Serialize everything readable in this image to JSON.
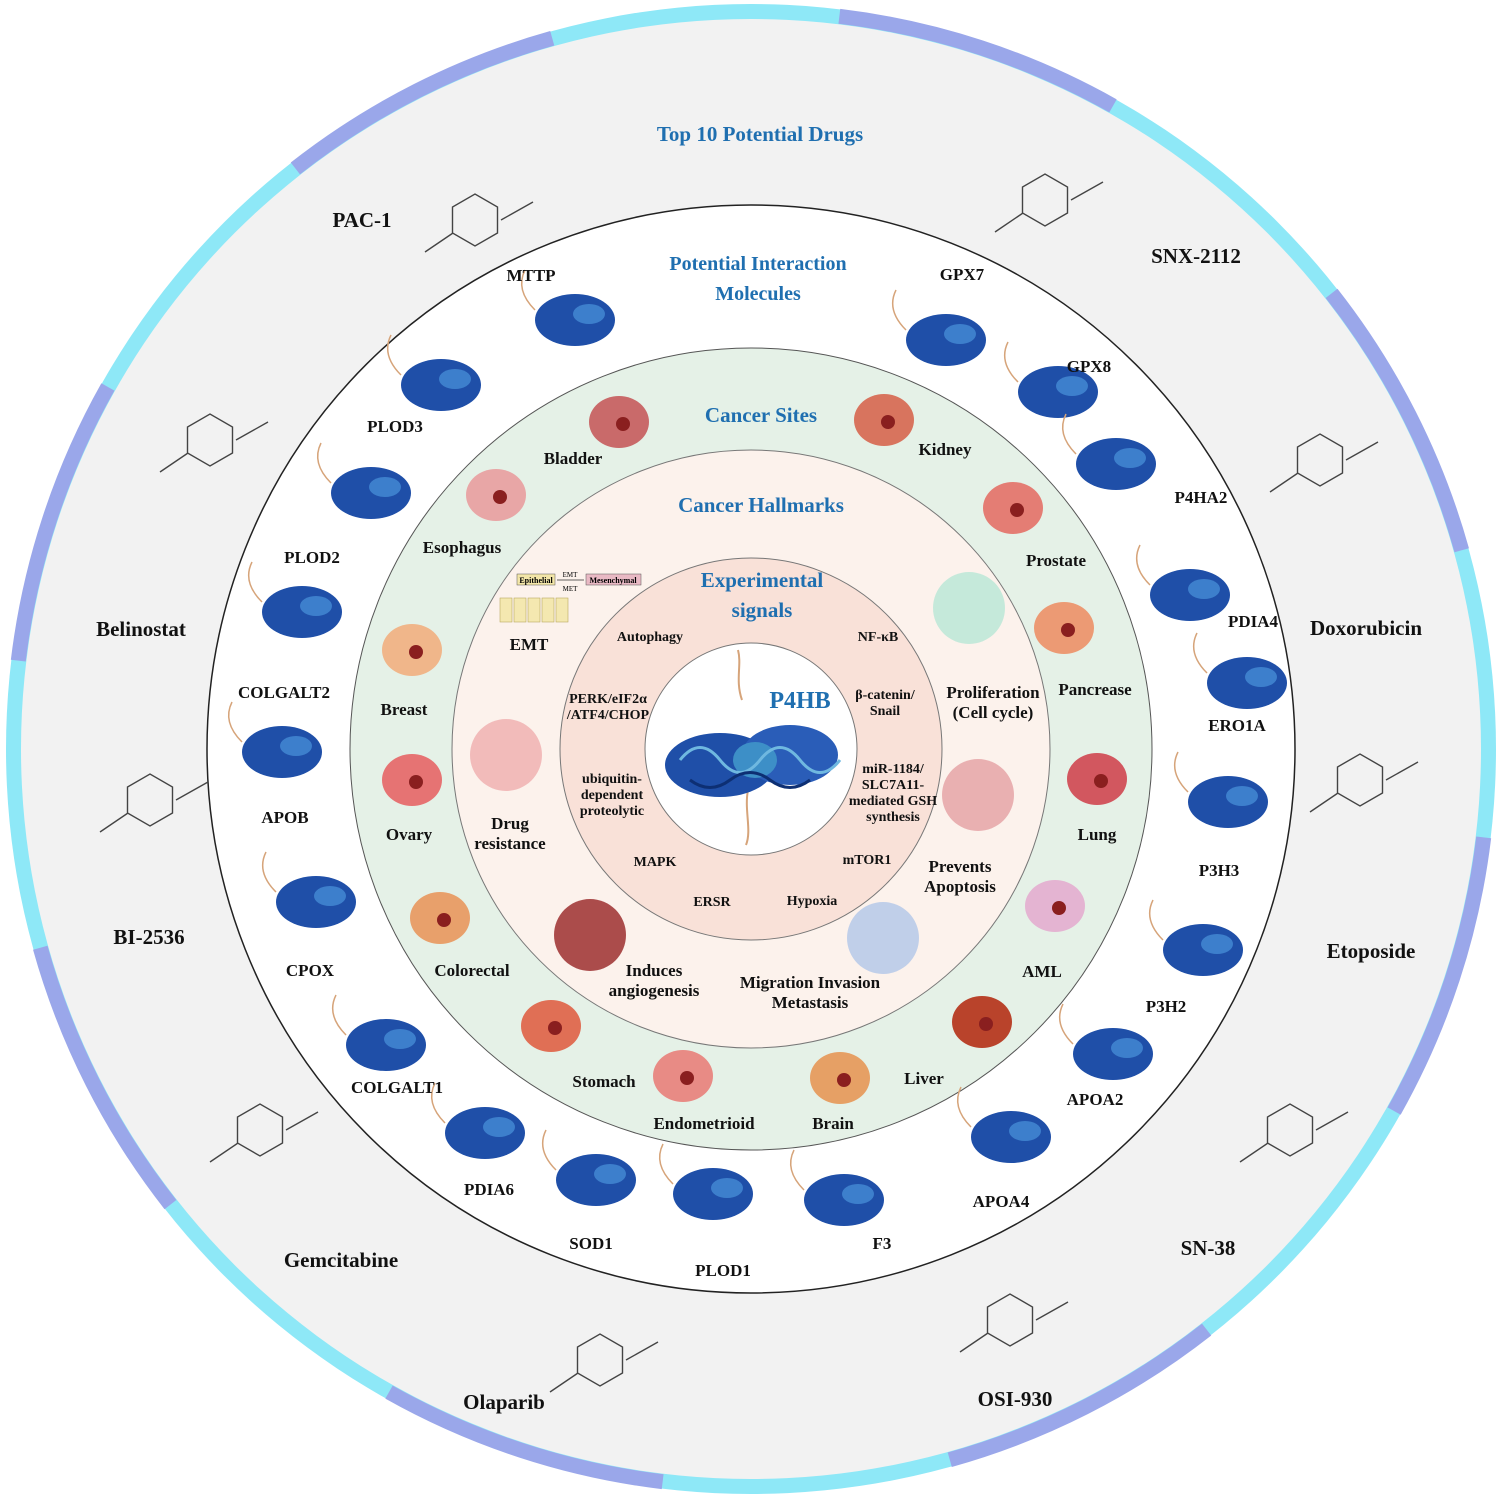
{
  "center": {
    "label": "P4HB"
  },
  "rings": {
    "signals_title": "Experimental signals",
    "hallmarks_title": "Cancer Hallmarks",
    "sites_title": "Cancer Sites",
    "molecules_title_line1": "Potential Interaction",
    "molecules_title_line2": "Molecules",
    "drugs_title": "Top 10 Potential Drugs"
  },
  "signals": [
    {
      "lines": [
        "Autophagy"
      ]
    },
    {
      "lines": [
        "NF-κB"
      ]
    },
    {
      "lines": [
        "β-catenin/",
        "Snail"
      ]
    },
    {
      "lines": [
        "miR-1184/",
        "SLC7A11-",
        "mediated GSH",
        "synthesis"
      ]
    },
    {
      "lines": [
        "mTOR1"
      ]
    },
    {
      "lines": [
        "Hypoxia"
      ]
    },
    {
      "lines": [
        "ERSR"
      ]
    },
    {
      "lines": [
        "MAPK"
      ]
    },
    {
      "lines": [
        "ubiquitin-",
        "dependent",
        "proteolytic"
      ]
    },
    {
      "lines": [
        "PERK/eIF2α",
        "/ATF4/CHOP"
      ]
    }
  ],
  "hallmarks": [
    {
      "lines": [
        "Proliferation",
        "(Cell cycle)"
      ]
    },
    {
      "lines": [
        "Prevents",
        "Apoptosis"
      ]
    },
    {
      "lines": [
        "Migration Invasion",
        "Metastasis"
      ]
    },
    {
      "lines": [
        "Induces",
        "angiogenesis"
      ]
    },
    {
      "lines": [
        "Drug",
        "resistance"
      ]
    },
    {
      "lines": [
        "EMT"
      ]
    }
  ],
  "emt_diagram": {
    "left": "Epithelial",
    "right": "Mesenchymal",
    "top": "EMT",
    "bottom": "MET"
  },
  "sites": [
    "Bladder",
    "Kidney",
    "Prostate",
    "Pancrease",
    "Lung",
    "AML",
    "Liver",
    "Brain",
    "Endometrioid",
    "Stomach",
    "Colorectal",
    "Ovary",
    "Breast",
    "Esophagus"
  ],
  "molecules": [
    "MTTP",
    "GPX7",
    "GPX8",
    "P4HA2",
    "PDIA4",
    "ERO1A",
    "P3H3",
    "P3H2",
    "APOA2",
    "APOA4",
    "F3",
    "PLOD1",
    "SOD1",
    "PDIA6",
    "COLGALT1",
    "CPOX",
    "APOB",
    "COLGALT2",
    "PLOD2",
    "PLOD3"
  ],
  "drugs": [
    "PAC-1",
    "SNX-2112",
    "Doxorubicin",
    "Etoposide",
    "SN-38",
    "OSI-930",
    "Olaparib",
    "Gemcitabine",
    "BI-2536",
    "Belinostat"
  ],
  "colors": {
    "drug_ring_band_a": "#9aa7ea",
    "drug_ring_band_b": "#8ee8f7",
    "drug_ring_fill": "#f2f2f2",
    "molecules_ring_fill": "#ffffff",
    "sites_ring_fill": "#e5f1e7",
    "hallmarks_ring_fill": "#fcf2ec",
    "signals_ring_fill": "#f9e1d8",
    "center_fill": "#ffffff",
    "title_blue": "#1f6fb0",
    "protein_blue": "#1f4fa8"
  }
}
